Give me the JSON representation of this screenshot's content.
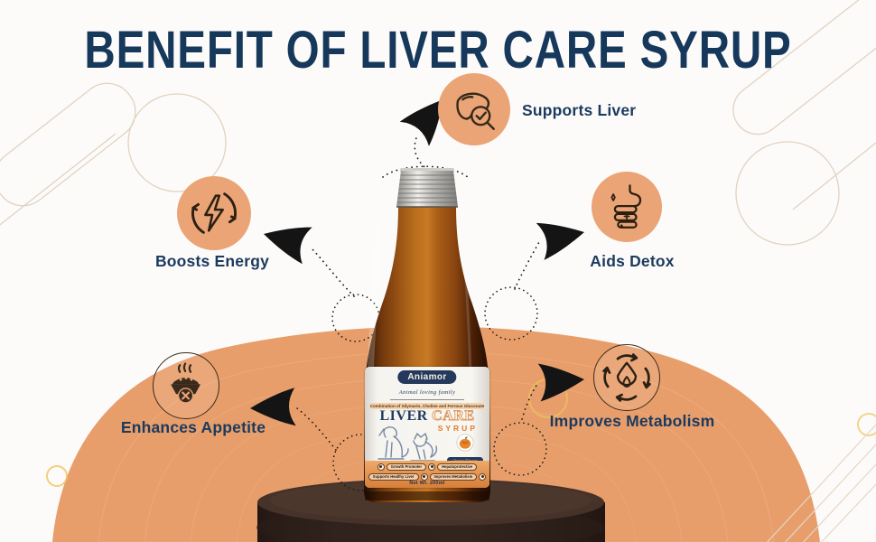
{
  "title": "BENEFIT OF LIVER CARE SYRUP",
  "benefits": [
    {
      "label": "Supports Liver",
      "icon": "liver-magnifier-icon"
    },
    {
      "label": "Boosts Energy",
      "icon": "lightning-energy-icon"
    },
    {
      "label": "Aids Detox",
      "icon": "gut-detox-icon"
    },
    {
      "label": "Enhances Appetite",
      "icon": "food-bowl-icon"
    },
    {
      "label": "Improves Metabolism",
      "icon": "flame-cycle-icon"
    }
  ],
  "bottle_label": {
    "brand": "Aniamor",
    "tagline": "Animal loving family",
    "composition": "Combination of Silymarin, Choline and Ferrous Gluconate",
    "product_name_primary": "LIVER",
    "product_name_secondary": "CARE",
    "product_type": "SYRUP",
    "flavour": "Orange Flavour",
    "claims": [
      "Growth Promoter",
      "Hepatoprotective",
      "Supports Healthy Liver",
      "Improves Metabolism"
    ],
    "net_weight": "Net Wt. 200ml"
  },
  "colors": {
    "title_navy": "#16385B",
    "icon_peach": "#EAA475",
    "dome_orange": "#E79E6B",
    "label_orange": "#DD8A49",
    "arrow_black": "#141414"
  }
}
